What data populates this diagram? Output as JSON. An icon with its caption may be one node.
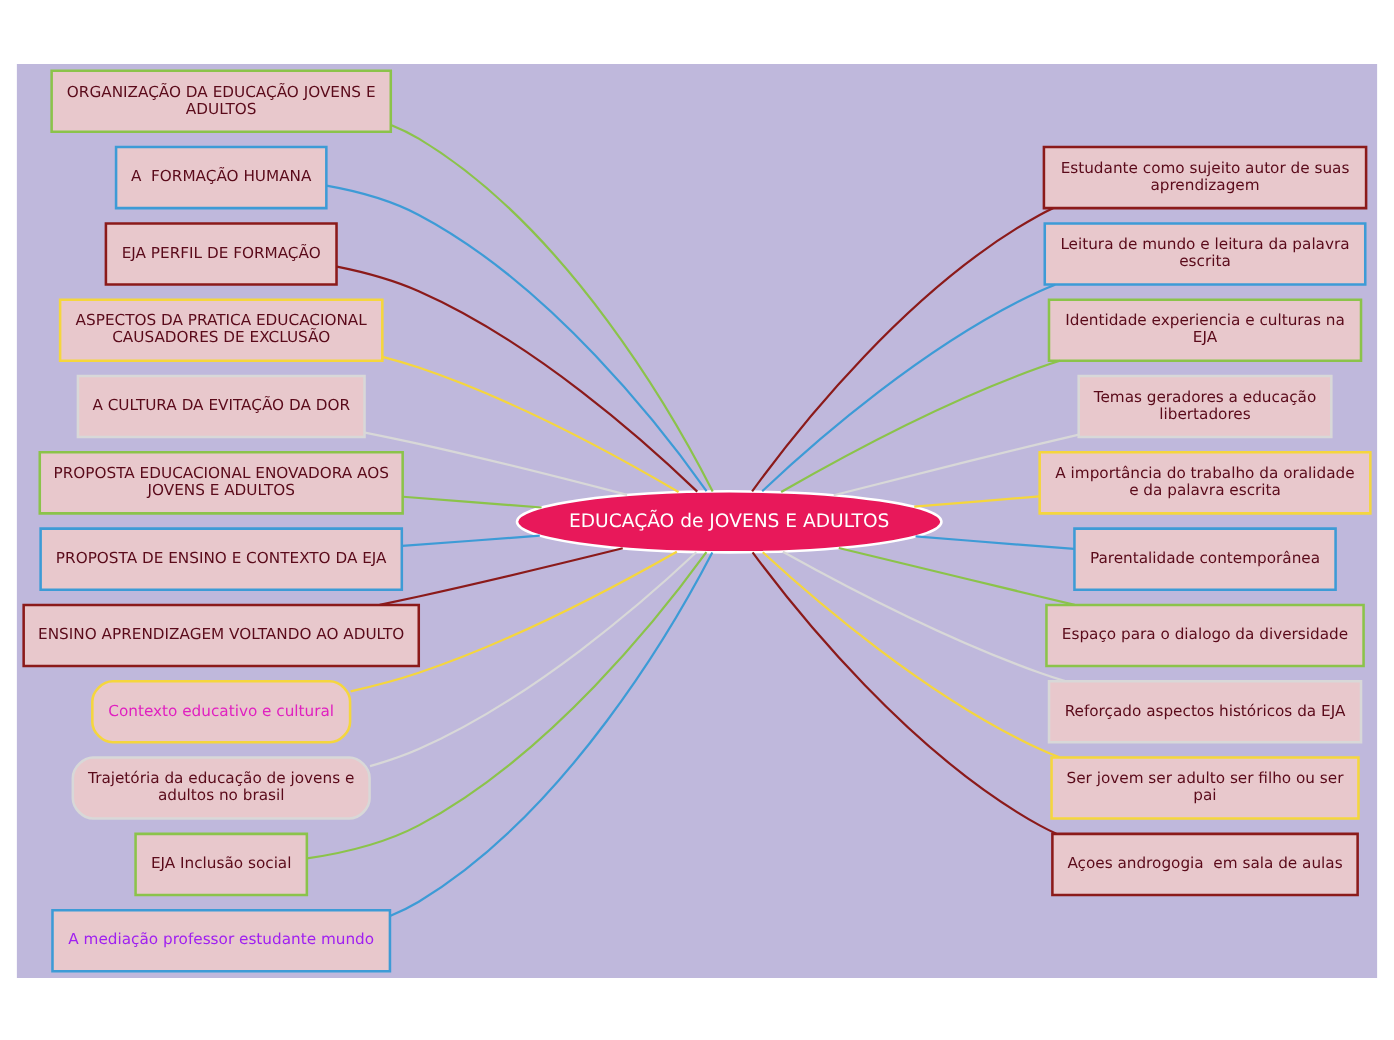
{
  "diagram": {
    "nodes": [
      {
        "text": [
          "EDUCAÇÃO de JOVENS E ADULTOS"
        ]
      },
      {
        "text": [
          "ORGANIZAÇÃO DA EDUCAÇÃO JOVENS E ADULTOS"
        ]
      },
      {
        "text": [
          "A  FORMAÇÃO HUMANA"
        ]
      },
      {
        "text": [
          "EJA PERFIL DE FORMAÇÃO"
        ]
      },
      {
        "text": [
          "ASPECTOS DA PRATICA EDUCACIONAL CAUSADORES DE EXCLUSÃO"
        ]
      },
      {
        "text": [
          "A CULTURA DA EVITAÇÃO DA DOR"
        ]
      },
      {
        "text": [
          "PROPOSTA EDUCACIONAL ENOVADORA AOS JOVENS E ADULTOS"
        ]
      },
      {
        "text": [
          "PROPOSTA DE ENSINO E CONTEXTO DA EJA"
        ]
      },
      {
        "text": [
          "ENSINO APRENDIZAGEM VOLTANDO AO ADULTO"
        ]
      },
      {
        "text": [
          "Contexto educativo e cultural"
        ]
      },
      {
        "text": [
          "Trajetória da educação de jovens e adultos no brasil"
        ]
      },
      {
        "text": [
          "EJA Inclusão social"
        ]
      },
      {
        "text": [
          "A mediação professor estudante mundo"
        ]
      },
      {
        "text": [
          "Estudante como sujeito autor de suas aprendizagem"
        ]
      },
      {
        "text": [
          "Leitura de mundo e leitura da palavra escrita"
        ]
      },
      {
        "text": [
          "Identidade experiencia e culturas na EJA"
        ]
      },
      {
        "text": [
          "Temas geradores a educação libertadores"
        ]
      },
      {
        "text": [
          "A importância do trabalho da oralidade e da palavra escrita"
        ]
      },
      {
        "text": [
          "Parentalidade contemporânea"
        ]
      },
      {
        "text": [
          "Espaço para o dialogo da diversidade"
        ]
      },
      {
        "text": [
          "Reforçado aspectos históricos da EJA"
        ]
      },
      {
        "text": [
          "Ser jovem ser adulto ser filho ou ser pai"
        ]
      },
      {
        "text": [
          "Açoes androgogia  em sala de aulas"
        ]
      }
    ],
    "edges": [
      {
        "from": 0,
        "to": 1,
        "arrow": "none",
        "color": "#8bc34a"
      },
      {
        "from": 0,
        "to": 2,
        "arrow": "none",
        "color": "#3d9bd6"
      },
      {
        "from": 0,
        "to": 3,
        "arrow": "none",
        "color": "#8b1a1a"
      },
      {
        "from": 0,
        "to": 4,
        "arrow": "none",
        "color": "#f5d63d"
      },
      {
        "from": 0,
        "to": 5,
        "arrow": "none",
        "color": "#d8d8d8"
      },
      {
        "from": 0,
        "to": 6,
        "arrow": "none",
        "color": "#8bc34a"
      },
      {
        "from": 0,
        "to": 7,
        "arrow": "none",
        "color": "#3d9bd6"
      },
      {
        "from": 0,
        "to": 8,
        "arrow": "none",
        "color": "#8b1a1a"
      },
      {
        "from": 0,
        "to": 9,
        "arrow": "none",
        "color": "#f5d63d"
      },
      {
        "from": 0,
        "to": 10,
        "arrow": "none",
        "color": "#d8d8d8"
      },
      {
        "from": 0,
        "to": 11,
        "arrow": "none",
        "color": "#8bc34a"
      },
      {
        "from": 0,
        "to": 12,
        "arrow": "none",
        "color": "#3d9bd6"
      },
      {
        "from": 0,
        "to": 13,
        "arrow": "none",
        "color": "#8b1a1a"
      },
      {
        "from": 0,
        "to": 14,
        "arrow": "none",
        "color": "#3d9bd6"
      },
      {
        "from": 0,
        "to": 15,
        "arrow": "none",
        "color": "#8bc34a"
      },
      {
        "from": 0,
        "to": 16,
        "arrow": "none",
        "color": "#d8d8d8"
      },
      {
        "from": 0,
        "to": 17,
        "arrow": "none",
        "color": "#f5d63d"
      },
      {
        "from": 0,
        "to": 18,
        "arrow": "none",
        "color": "#3d9bd6"
      },
      {
        "from": 0,
        "to": 19,
        "arrow": "none",
        "color": "#8bc34a"
      },
      {
        "from": 0,
        "to": 20,
        "arrow": "none",
        "color": "#d8d8d8"
      },
      {
        "from": 0,
        "to": 21,
        "arrow": "none",
        "color": "#f5d63d"
      },
      {
        "from": 0,
        "to": 22,
        "arrow": "none",
        "color": "#8b1a1a"
      }
    ]
  }
}
